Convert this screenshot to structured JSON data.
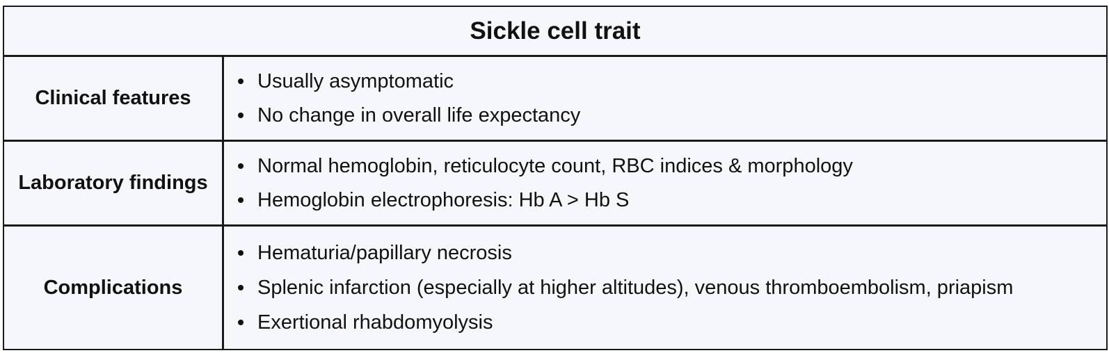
{
  "table": {
    "title": "Sickle cell trait",
    "rows": [
      {
        "label": "Clinical features",
        "items": [
          "Usually asymptomatic",
          "No change in overall life expectancy"
        ]
      },
      {
        "label": "Laboratory findings",
        "items": [
          "Normal hemoglobin, reticulocyte count, RBC indices & morphology",
          "Hemoglobin electrophoresis: Hb A > Hb S"
        ]
      },
      {
        "label": "Complications",
        "items": [
          "Hematuria/papillary necrosis",
          "Splenic infarction (especially at higher altitudes), venous thromboembolism, priapism",
          "Exertional rhabdomyolysis"
        ]
      }
    ]
  }
}
